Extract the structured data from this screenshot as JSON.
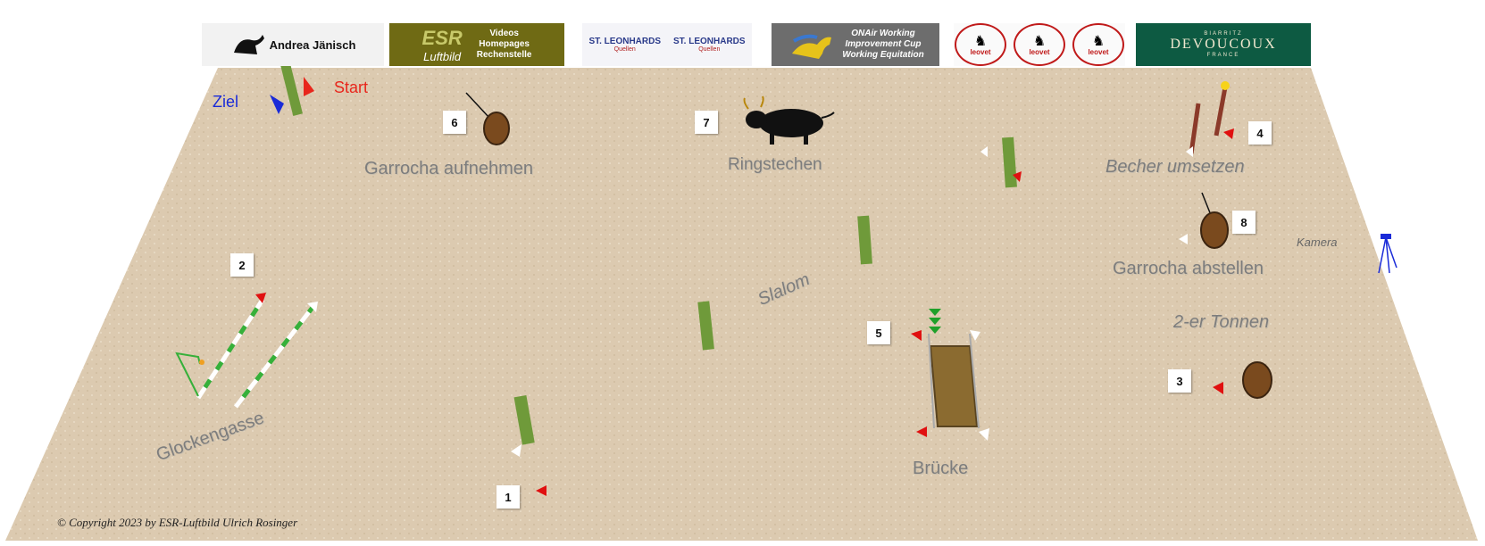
{
  "banners": {
    "b1": {
      "text": "Andrea Jänisch"
    },
    "b2": {
      "brand": "ESR",
      "sub": "Luftbild",
      "line1": "Videos",
      "line2": "Homepages",
      "line3": "Rechenstelle"
    },
    "b3": {
      "left": "ST. LEONHARDS",
      "right": "ST. LEONHARDS",
      "sub": "Quellen"
    },
    "b4": {
      "line1": "ONAir Working",
      "line2": "Improvement Cup",
      "line3": "Working Equitation"
    },
    "b5": {
      "brand": "leovet"
    },
    "b6": {
      "text": "DEVOUCOUX",
      "sub1": "BIARRITZ",
      "sub2": "FRANCE"
    }
  },
  "markers": {
    "ziel": "Ziel",
    "start": "Start",
    "kamera": "Kamera"
  },
  "stations": {
    "s1": "1",
    "s2": "2",
    "s3": "3",
    "s4": "4",
    "s5": "5",
    "s6": "6",
    "s7": "7",
    "s8": "8"
  },
  "labels": {
    "garrocha_aufnehmen": "Garrocha aufnehmen",
    "ringstechen": "Ringstechen",
    "becher_umsetzen": "Becher umsetzen",
    "garrocha_abstellen": "Garrocha abstellen",
    "tonnen": "2-er Tonnen",
    "slalom": "Slalom",
    "glockengasse": "Glockengasse",
    "bruecke": "Brücke"
  },
  "copyright": "© Copyright 2023 by ESR-Luftbild Ulrich Rosinger",
  "colors": {
    "arena": "#dccab0",
    "label_gray": "#7d7d7d",
    "red_cone": "#e01010",
    "green_post": "#6f9a3a",
    "ziel_blue": "#1a2bd8",
    "start_red": "#e8261c"
  }
}
